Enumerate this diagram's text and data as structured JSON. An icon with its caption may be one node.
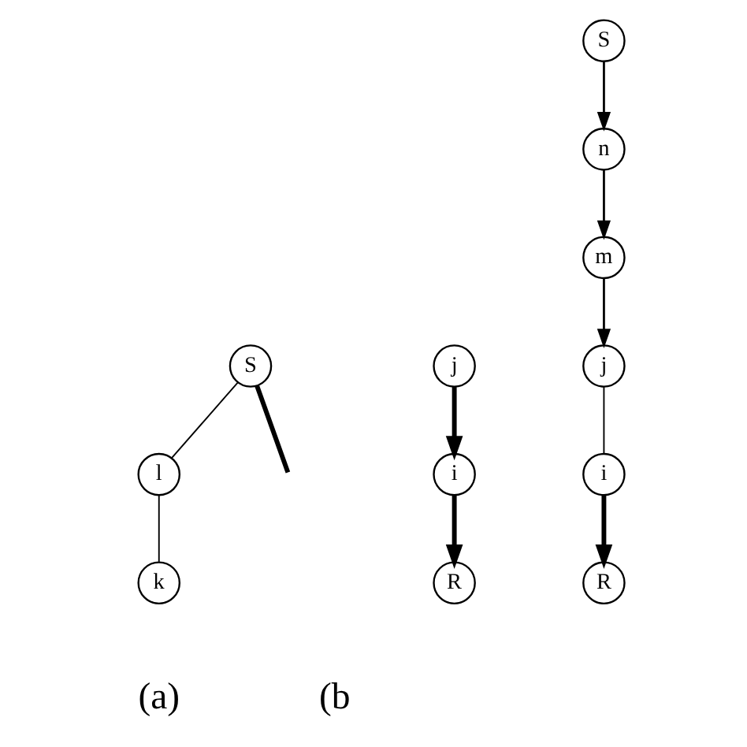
{
  "diagram": {
    "nodes": [
      {
        "text": [
          "S"
        ]
      },
      {
        "text": [
          "l"
        ]
      },
      {
        "text": [
          "k"
        ]
      },
      {
        "text": [
          "j"
        ]
      },
      {
        "text": [
          "i"
        ]
      },
      {
        "text": [
          "R"
        ]
      },
      {
        "text": [
          "S"
        ]
      },
      {
        "text": [
          "n"
        ]
      },
      {
        "text": [
          "m"
        ]
      },
      {
        "text": [
          "j"
        ]
      },
      {
        "text": [
          "i"
        ]
      },
      {
        "text": [
          "R"
        ]
      }
    ],
    "edges": [
      {
        "from": 0,
        "to": null,
        "arrow": "none",
        "style": "thick"
      },
      {
        "from": 0,
        "to": 1,
        "arrow": "none"
      },
      {
        "from": 1,
        "to": 2,
        "arrow": "none"
      },
      {
        "from": 3,
        "to": 4,
        "arrow": "to",
        "style": "thick"
      },
      {
        "from": 4,
        "to": 5,
        "arrow": "to",
        "style": "thick"
      },
      {
        "from": 6,
        "to": 7,
        "arrow": "to"
      },
      {
        "from": 7,
        "to": 8,
        "arrow": "to"
      },
      {
        "from": 8,
        "to": 9,
        "arrow": "to"
      },
      {
        "from": 9,
        "to": 10,
        "arrow": "none"
      },
      {
        "from": 10,
        "to": 11,
        "arrow": "to",
        "style": "thick"
      }
    ],
    "labels": [
      "(a)",
      "(b"
    ]
  }
}
